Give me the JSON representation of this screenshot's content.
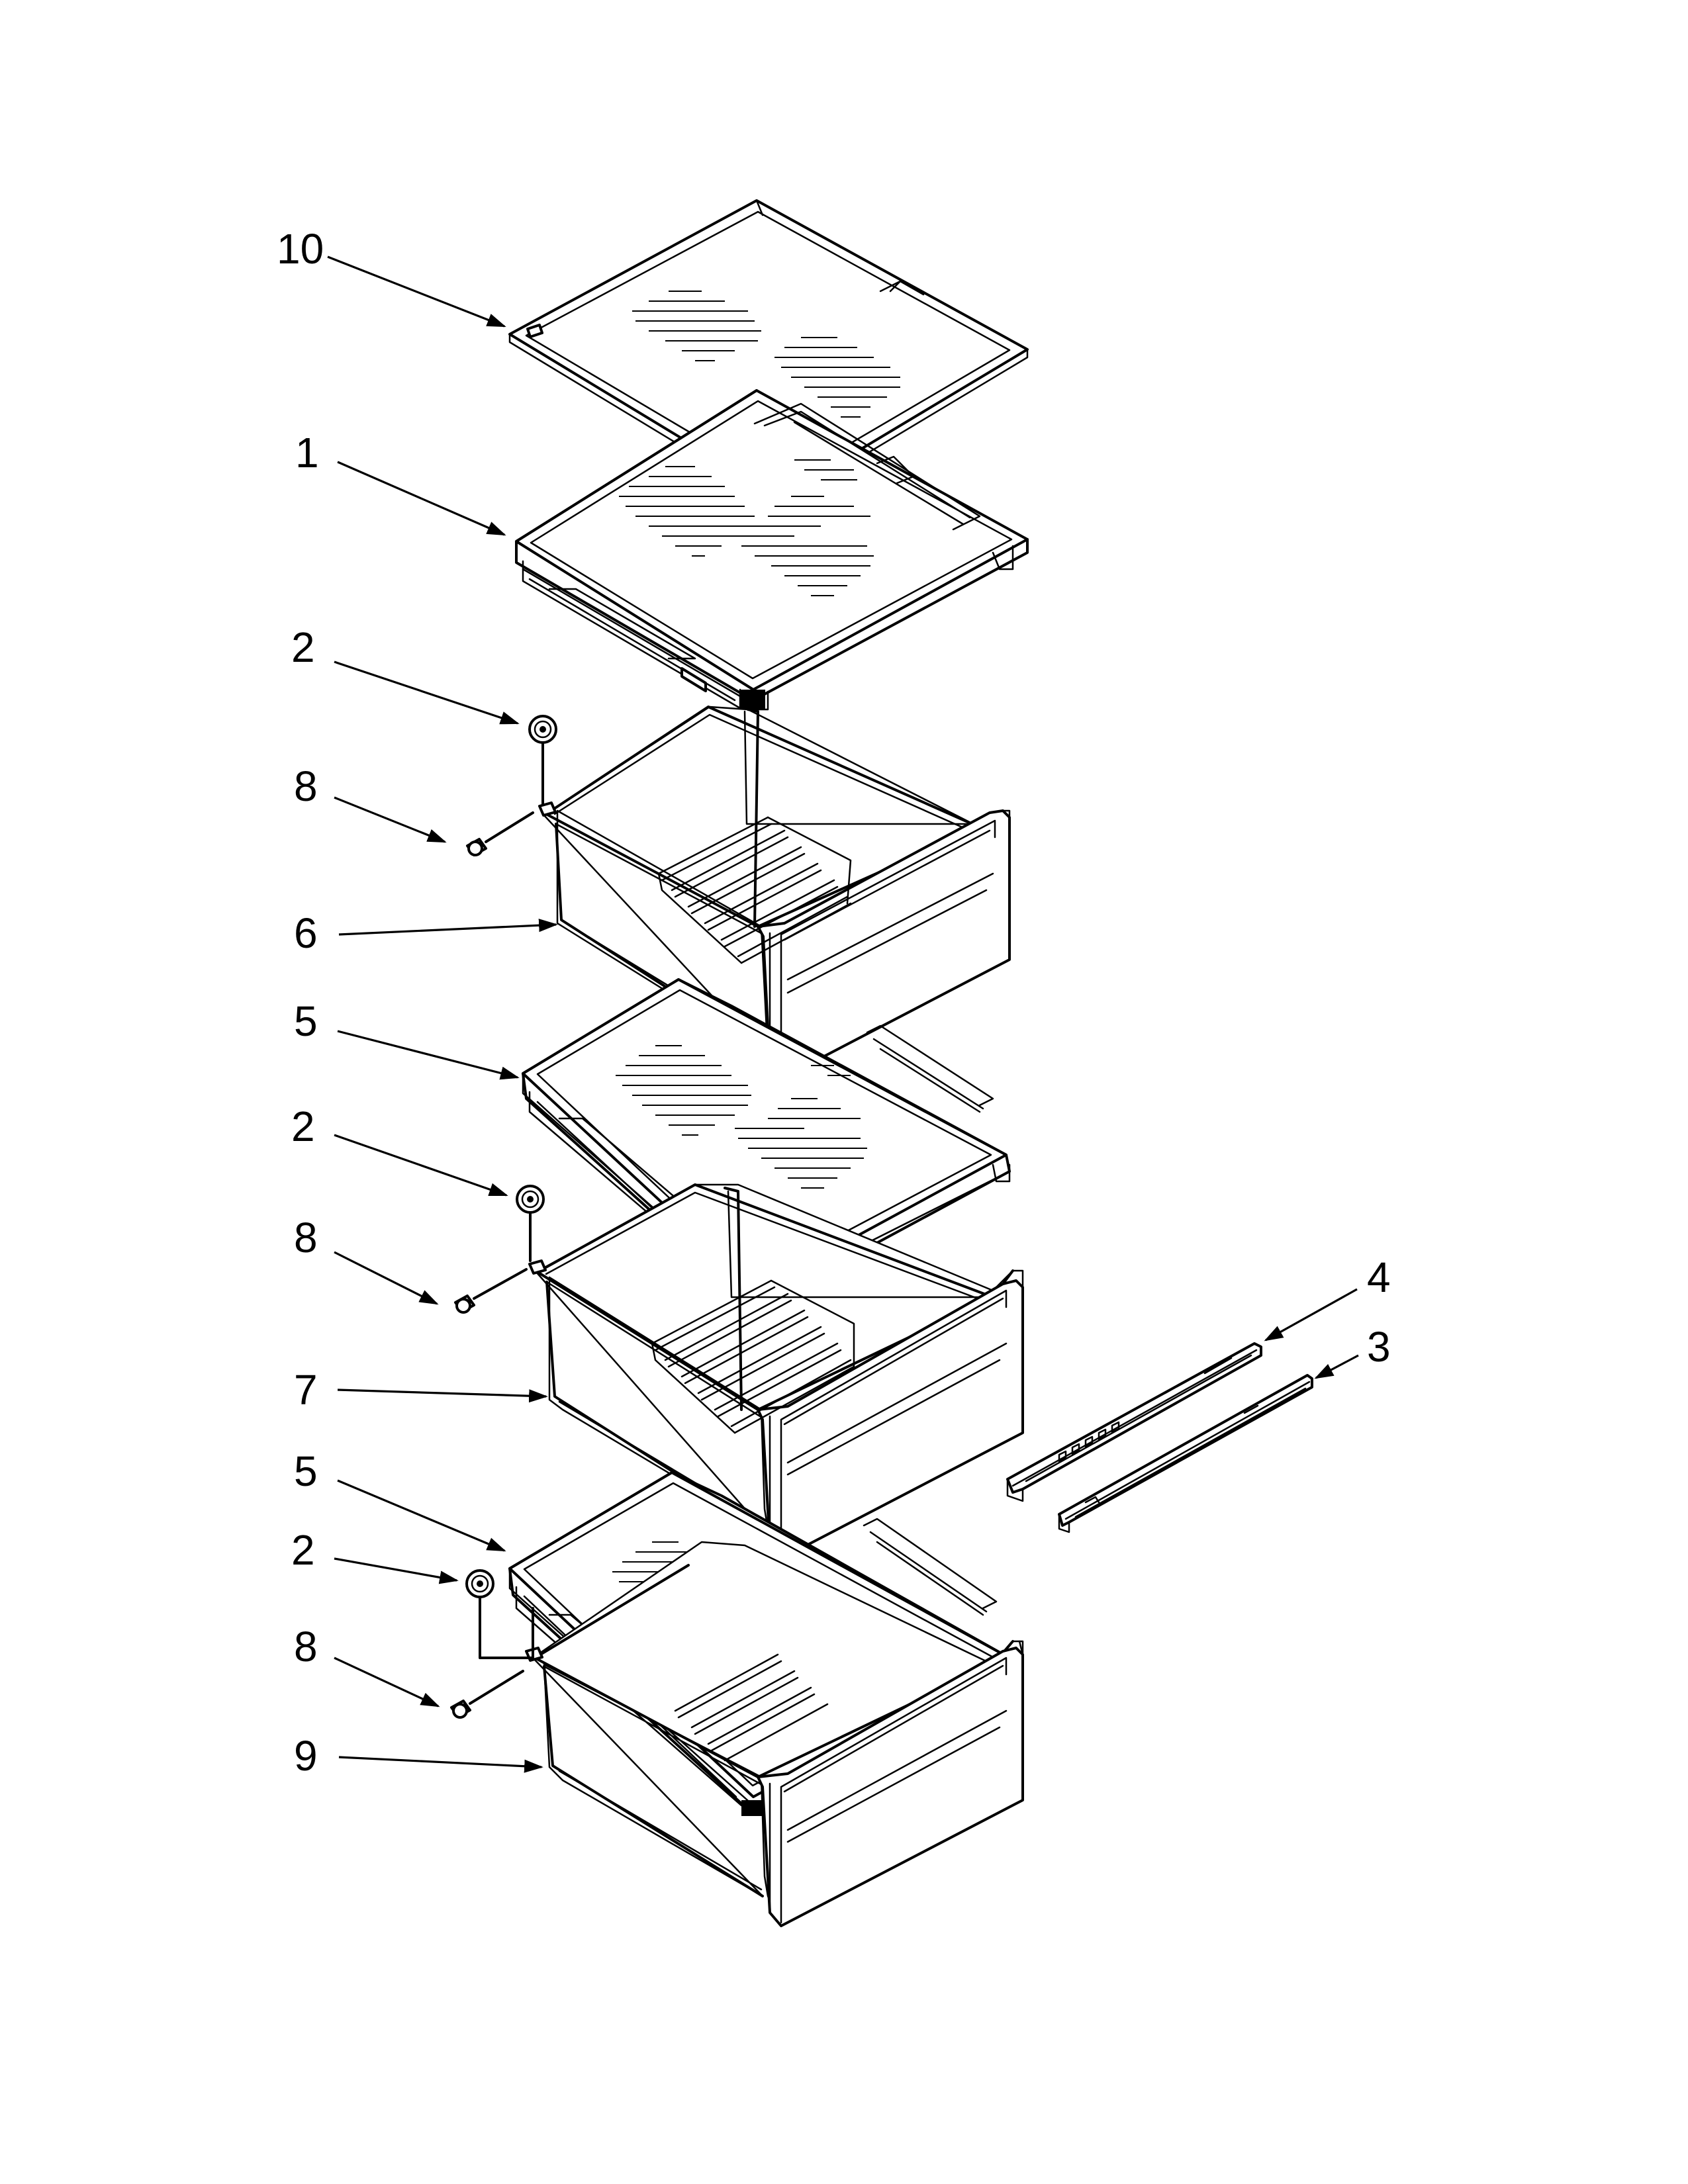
{
  "callouts": [
    {
      "id": "10",
      "label": "10"
    },
    {
      "id": "1",
      "label": "1"
    },
    {
      "id": "2a",
      "label": "2"
    },
    {
      "id": "8a",
      "label": "8"
    },
    {
      "id": "6",
      "label": "6"
    },
    {
      "id": "5a",
      "label": "5"
    },
    {
      "id": "2b",
      "label": "2"
    },
    {
      "id": "8b",
      "label": "8"
    },
    {
      "id": "7",
      "label": "7"
    },
    {
      "id": "5b",
      "label": "5"
    },
    {
      "id": "2c",
      "label": "2"
    },
    {
      "id": "8c",
      "label": "8"
    },
    {
      "id": "9",
      "label": "9"
    },
    {
      "id": "4",
      "label": "4"
    },
    {
      "id": "3",
      "label": "3"
    }
  ]
}
